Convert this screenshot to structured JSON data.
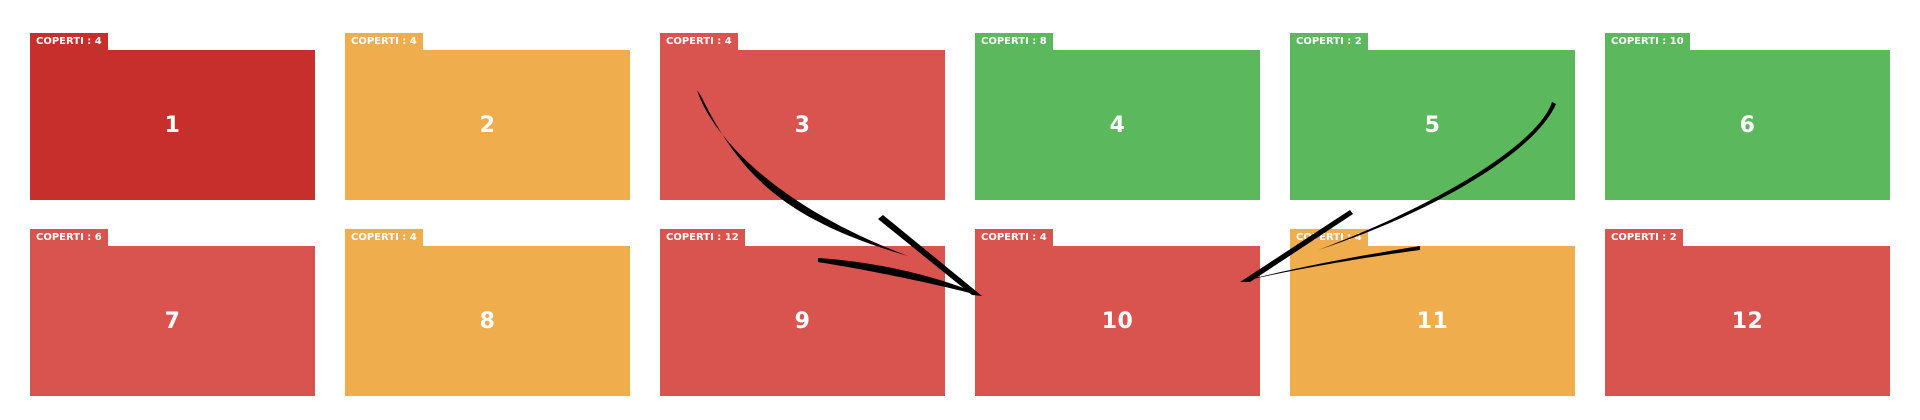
{
  "colors": {
    "dark_red": "#c62f2b",
    "red": "#d9534f",
    "orange": "#f0ad4e",
    "green": "#5cb85c",
    "arrow": "#000000"
  },
  "tables": [
    {
      "number": "1",
      "covers": "COPERTI : 4",
      "color": "#c62f2b"
    },
    {
      "number": "2",
      "covers": "COPERTI : 4",
      "color": "#f0ad4e"
    },
    {
      "number": "3",
      "covers": "COPERTI : 4",
      "color": "#d9534f"
    },
    {
      "number": "4",
      "covers": "COPERTI : 8",
      "color": "#5cb85c"
    },
    {
      "number": "5",
      "covers": "COPERTI : 2",
      "color": "#5cb85c"
    },
    {
      "number": "6",
      "covers": "COPERTI : 10",
      "color": "#5cb85c"
    },
    {
      "number": "7",
      "covers": "COPERTI : 6",
      "color": "#d9534f"
    },
    {
      "number": "8",
      "covers": "COPERTI : 4",
      "color": "#f0ad4e"
    },
    {
      "number": "9",
      "covers": "COPERTI : 12",
      "color": "#d9534f"
    },
    {
      "number": "10",
      "covers": "COPERTI : 4",
      "color": "#d9534f"
    },
    {
      "number": "11",
      "covers": "COPERTI : 4",
      "color": "#f0ad4e"
    },
    {
      "number": "12",
      "covers": "COPERTI : 2",
      "color": "#d9534f"
    }
  ],
  "annotations": {
    "arrow_left": "arrow-from-table-3-to-table-10",
    "arrow_right": "arrow-from-table-5-to-table-10"
  }
}
